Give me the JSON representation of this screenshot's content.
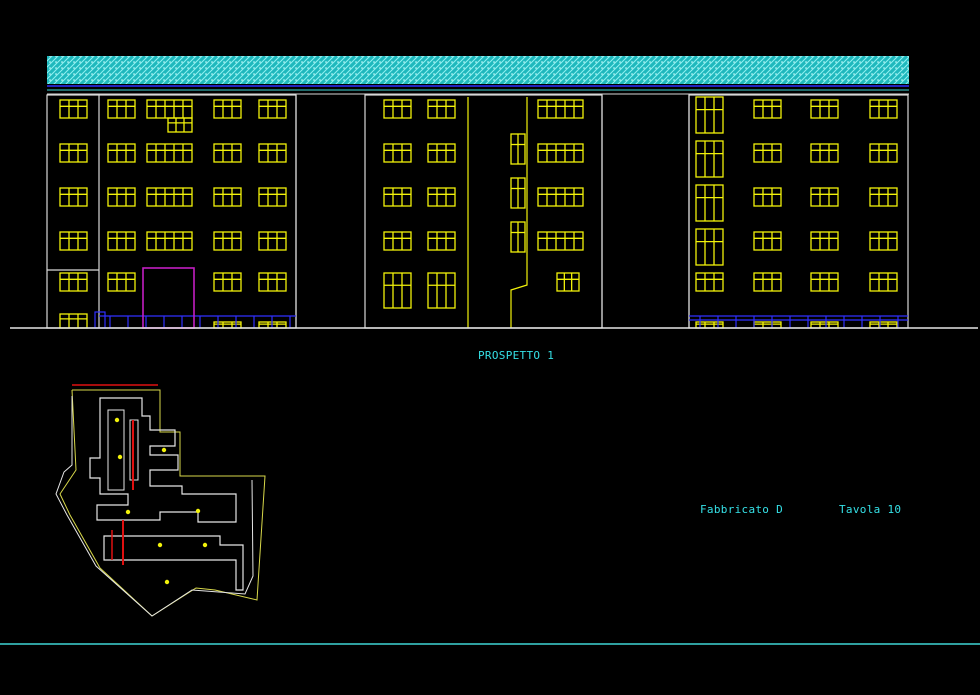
{
  "drawing": {
    "elevation_title": "PROSPETTO 1",
    "building_label": "Fabbricato  D",
    "sheet_label": "Tavola 10",
    "site_plan_header": "",
    "colors": {
      "background": "#000000",
      "roof": "#3fd6d6",
      "wall_outline": "#d9d9d9",
      "windows": "#f2f20a",
      "door": "#c21fc2",
      "railing": "#3030ff",
      "text": "#35e0e6",
      "plan_red": "#e01010",
      "plan_yellow": "#d8d84a",
      "plan_white": "#e6e6e6"
    }
  }
}
